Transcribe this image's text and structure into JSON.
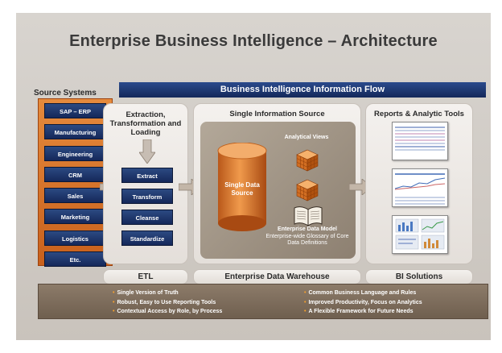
{
  "title": "Enterprise Business Intelligence – Architecture",
  "flow_bar": "Business Intelligence Information Flow",
  "source_systems": {
    "label": "Source Systems",
    "items": [
      "SAP – ERP",
      "Manufacturing",
      "Engineering",
      "CRM",
      "Sales",
      "Marketing",
      "Logistics",
      "Etc."
    ]
  },
  "etl": {
    "title_lines": [
      "Extraction,",
      "Transformation and",
      "Loading"
    ],
    "steps": [
      "Extract",
      "Transform",
      "Cleanse",
      "Standardize"
    ],
    "footer": "ETL"
  },
  "warehouse": {
    "title": "Single Information Source",
    "cylinder_lines": [
      "Single Data",
      "Source"
    ],
    "analytical_views": "Analytical Views",
    "model_title": "Enterprise Data Model",
    "model_desc": "Enterprise-wide Glossary of Core Data Definitions",
    "footer": "Enterprise Data Warehouse"
  },
  "reports": {
    "title": "Reports & Analytic Tools",
    "footer": "BI Solutions"
  },
  "benefits": {
    "left": [
      "Single Version of Truth",
      "Robust, Easy to Use Reporting Tools",
      "Contextual Access by Role, by Process"
    ],
    "right": [
      "Common Business Language and Rules",
      "Improved Productivity, Focus on Analytics",
      "A Flexible Framework for Future Needs"
    ]
  },
  "colors": {
    "navy": "#15285a",
    "orange": "#d9752c",
    "taupe": "#8d8071",
    "bullet": "#f5a12e"
  }
}
